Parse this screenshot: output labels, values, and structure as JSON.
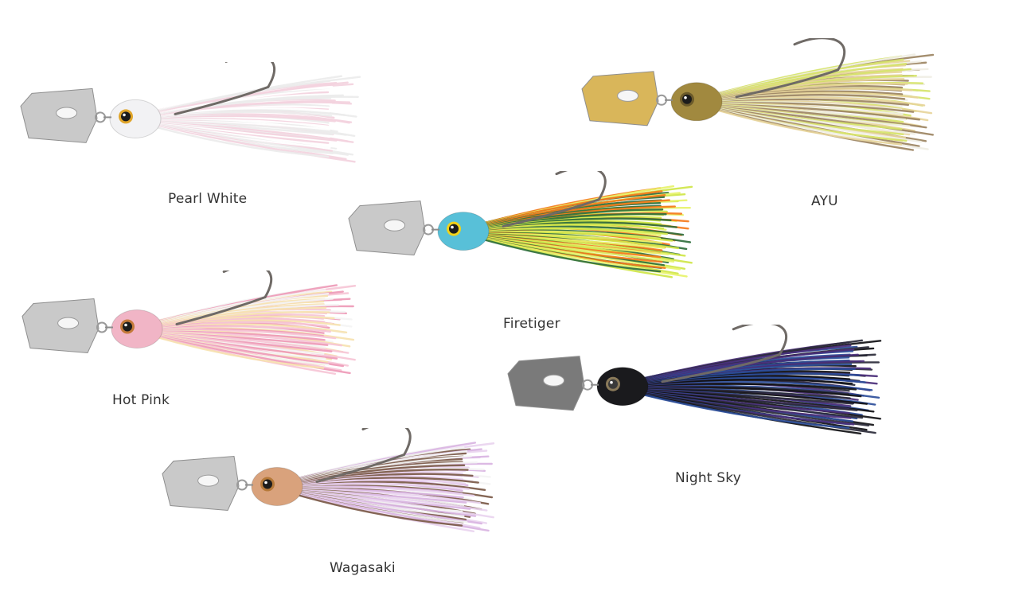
{
  "lures": [
    {
      "id": "pearl-white",
      "label": "Pearl White",
      "colors": {
        "blade": "#c9c9c9",
        "head": "#f2f2f4",
        "skirt": [
          "#ececec",
          "#f3d3de",
          "#ffffff"
        ],
        "eye": "#1c1c1c",
        "eyeRing": "#e0a52a"
      }
    },
    {
      "id": "ayu",
      "label": "AYU",
      "colors": {
        "blade": "#d9b65a",
        "head": "#a1893f",
        "skirt": [
          "#9c8462",
          "#e7d59b",
          "#d6e46a",
          "#f0eee4"
        ],
        "eye": "#1c1c1c",
        "eyeRing": "#6b5a2a"
      }
    },
    {
      "id": "firetiger",
      "label": "Firetiger",
      "colors": {
        "blade": "#c9c9c9",
        "head": "#58c0d8",
        "skirt": [
          "#cfe648",
          "#2f6e3c",
          "#f57b1c",
          "#e7f36b"
        ],
        "eye": "#1c1c1c",
        "eyeRing": "#f2d21a"
      }
    },
    {
      "id": "hot-pink",
      "label": "Hot Pink",
      "colors": {
        "blade": "#c9c9c9",
        "head": "#f1b5c6",
        "skirt": [
          "#f6c6d6",
          "#f6e2b0",
          "#f4f4f4",
          "#ee9ab7"
        ],
        "eye": "#1c1c1c",
        "eyeRing": "#c47a3a"
      }
    },
    {
      "id": "night-sky",
      "label": "Night Sky",
      "colors": {
        "blade": "#7a7a7a",
        "head": "#1a1a1d",
        "skirt": [
          "#101014",
          "#2d4e9a",
          "#4b2f7a",
          "#2a2a38"
        ],
        "eye": "#3a3a3a",
        "eyeRing": "#8a7a5a"
      }
    },
    {
      "id": "wagasaki",
      "label": "Wagasaki",
      "colors": {
        "blade": "#c9c9c9",
        "head": "#d9a27c",
        "skirt": [
          "#e9d4ef",
          "#7b5a48",
          "#f4f4f4",
          "#d9b4e2"
        ],
        "eye": "#1c1c1c",
        "eyeRing": "#b77a3a"
      }
    }
  ]
}
